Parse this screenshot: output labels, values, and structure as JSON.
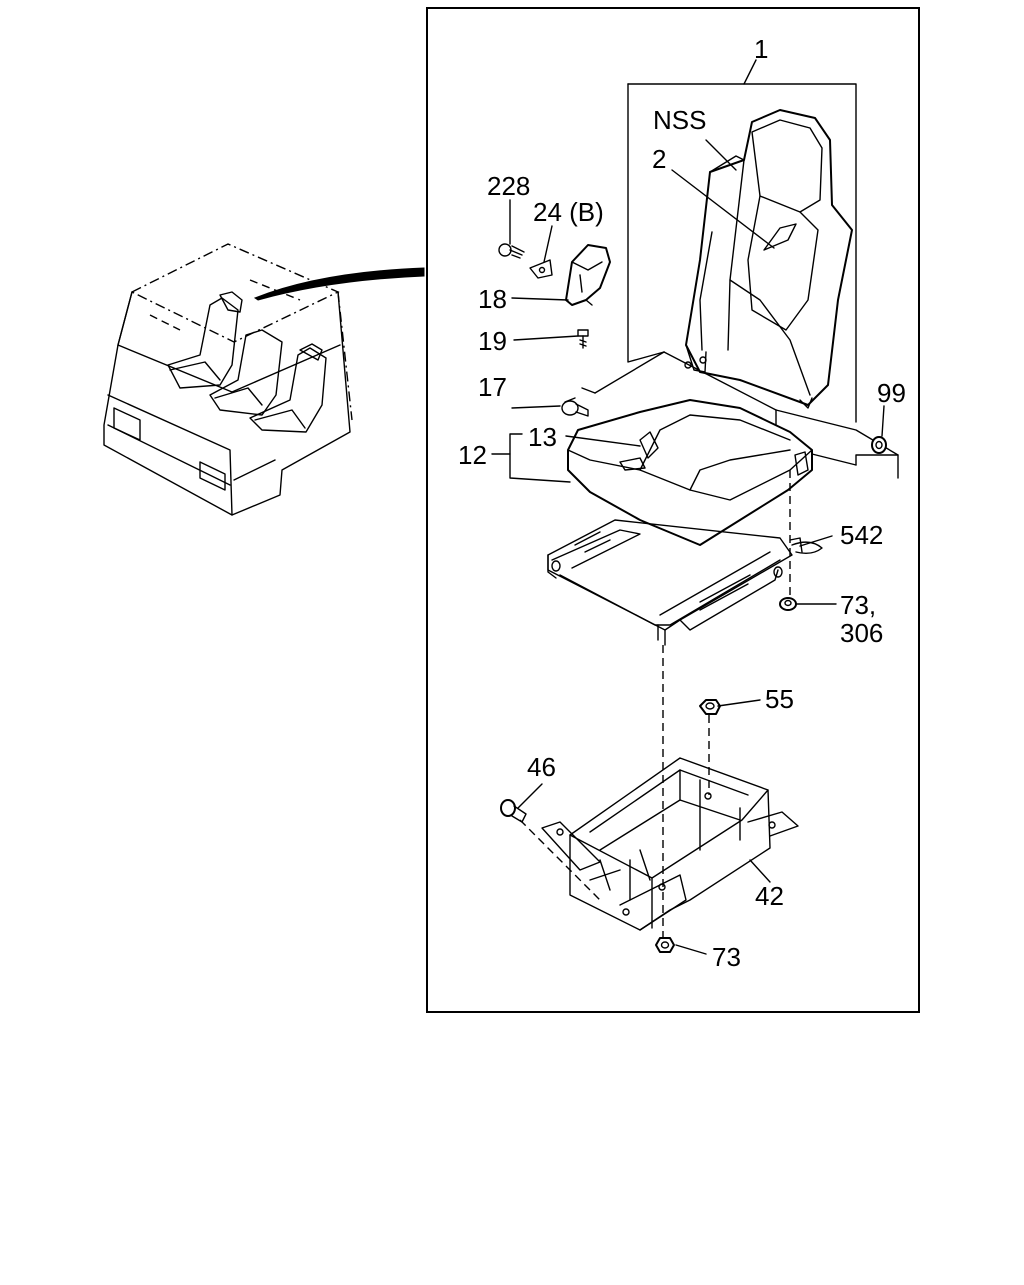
{
  "labels": {
    "p1": "1",
    "nss": "NSS",
    "p2": "2",
    "p228": "228",
    "p24b": "24 (B)",
    "p18": "18",
    "p19": "19",
    "p17": "17",
    "p99": "99",
    "p12": "12",
    "p13": "13",
    "p542": "542",
    "p73a": "73,",
    "p306": "306",
    "p55": "55",
    "p46": "46",
    "p42": "42",
    "p73b": "73"
  }
}
